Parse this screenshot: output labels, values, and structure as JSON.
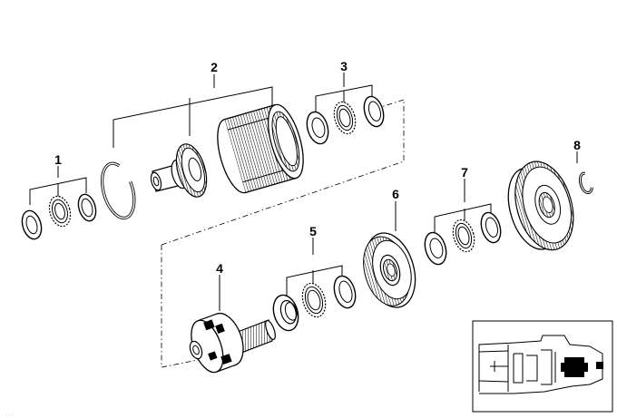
{
  "diagram": {
    "callouts": [
      "1",
      "2",
      "3",
      "4",
      "5",
      "6",
      "7",
      "8"
    ],
    "watermark": "…"
  }
}
